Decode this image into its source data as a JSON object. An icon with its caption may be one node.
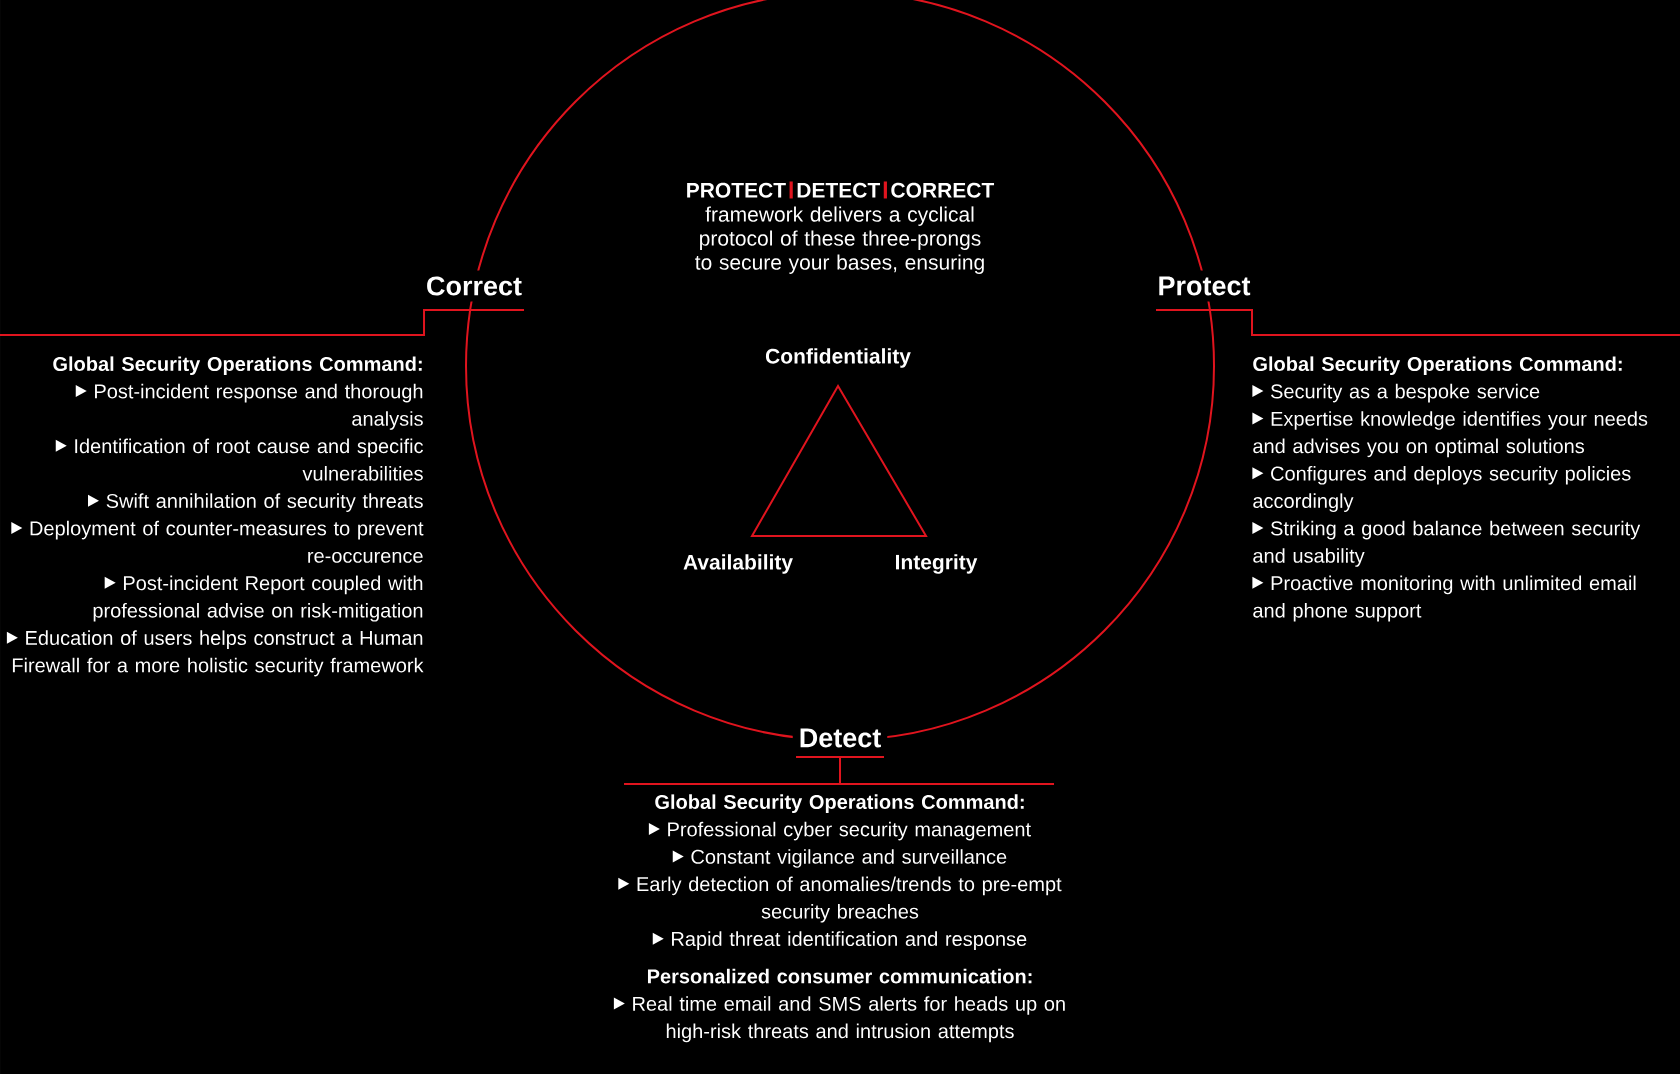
{
  "diagram": {
    "labels": [
      "PROTECT",
      "DETECT",
      "CORRECT",
      "framework delivers a cyclical protocol of these three-prongs to secure your bases, ensuring",
      "Correct",
      "Protect",
      "Global Security Operations Command:",
      "Confidentiality",
      "Global Security Operations Command:",
      "Post-incident response and thorough analysis",
      "Identification of root cause and specific vulnerabilities",
      "Swift annihilation of security threats",
      "Deployment of counter-measures to prevent re-occurence",
      "Post-incident Report coupled with professional advise on risk-mitigation",
      "Education of users helps construct a Human Firewall for a more holistic security framework",
      "Security as a bespoke service",
      "Expertise knowledge identifies your needs and advises you on optimal solutions",
      "Configures and deploys security policies accordingly",
      "Striking a good balance between security and usability",
      "Proactive monitoring with unlimited email and phone support",
      "Availability",
      "Integrity",
      "Detect",
      "Global Security Operations Command:",
      "Professional cyber security management",
      "Constant vigilance and surveillance",
      "Early detection of anomalies/trends to pre-empt security breaches",
      "Rapid threat identification and response",
      "Personalized consumer communication:",
      "Real time email and SMS alerts for heads up on high-risk threats and intrusion attempts"
    ]
  }
}
